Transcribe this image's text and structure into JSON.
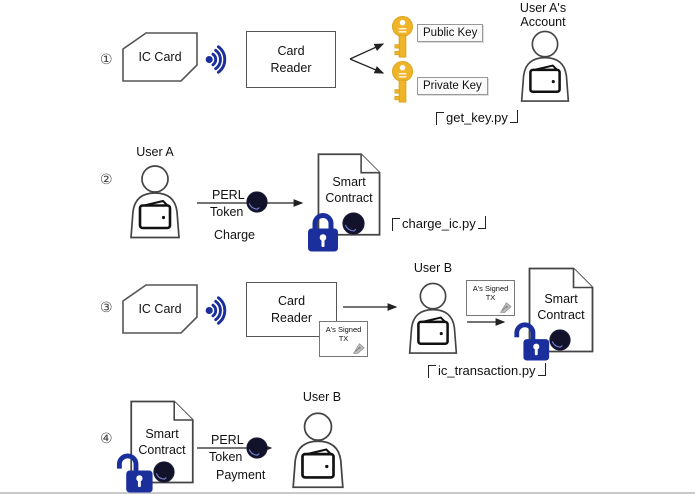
{
  "diagram_title": "IC card / smart contract token flow diagram",
  "colors": {
    "navy": "#1b2f9c",
    "coin_dark": "#12122b",
    "coin_swoosh": "#7b8be0",
    "key_gold": "#f0b429",
    "outline": "#444444",
    "arrow": "#222222"
  },
  "icons": {
    "wireless": "nfc-signal-icon",
    "key": "gold-key-icon",
    "lock_closed": "locked-padlock-icon",
    "lock_open": "unlocked-padlock-icon",
    "coin": "perl-token-coin-icon",
    "pen": "signature-pen-icon",
    "person": "person-with-wallet-icon",
    "document": "contract-document-icon"
  },
  "steps": {
    "step1": {
      "num": "①",
      "ic_card": "IC Card",
      "card_reader": "Card Reader",
      "public_key": "Public Key",
      "private_key": "Private Key",
      "account": "User A's Account",
      "caption": {
        "bracket_open": "「",
        "text": "get_key.py",
        "bracket_close": "」"
      }
    },
    "step2": {
      "num": "②",
      "user": "User A",
      "token_line1": "PERL",
      "token_line2": "Token",
      "action": "Charge",
      "contract": "Smart Contract",
      "caption": {
        "bracket_open": "「",
        "text": "charge_ic.py",
        "bracket_close": "」"
      }
    },
    "step3": {
      "num": "③",
      "ic_card": "IC Card",
      "card_reader": "Card Reader",
      "signed_tx_1": "A's Signed TX",
      "user": "User B",
      "signed_tx_2": "A's Signed TX",
      "contract": "Smart Contract",
      "caption": {
        "bracket_open": "「",
        "text": "ic_transaction.py",
        "bracket_close": "」"
      }
    },
    "step4": {
      "num": "④",
      "contract": "Smart Contract",
      "token_line1": "PERL",
      "token_line2": "Token",
      "action": "Payment",
      "user": "User B"
    }
  }
}
